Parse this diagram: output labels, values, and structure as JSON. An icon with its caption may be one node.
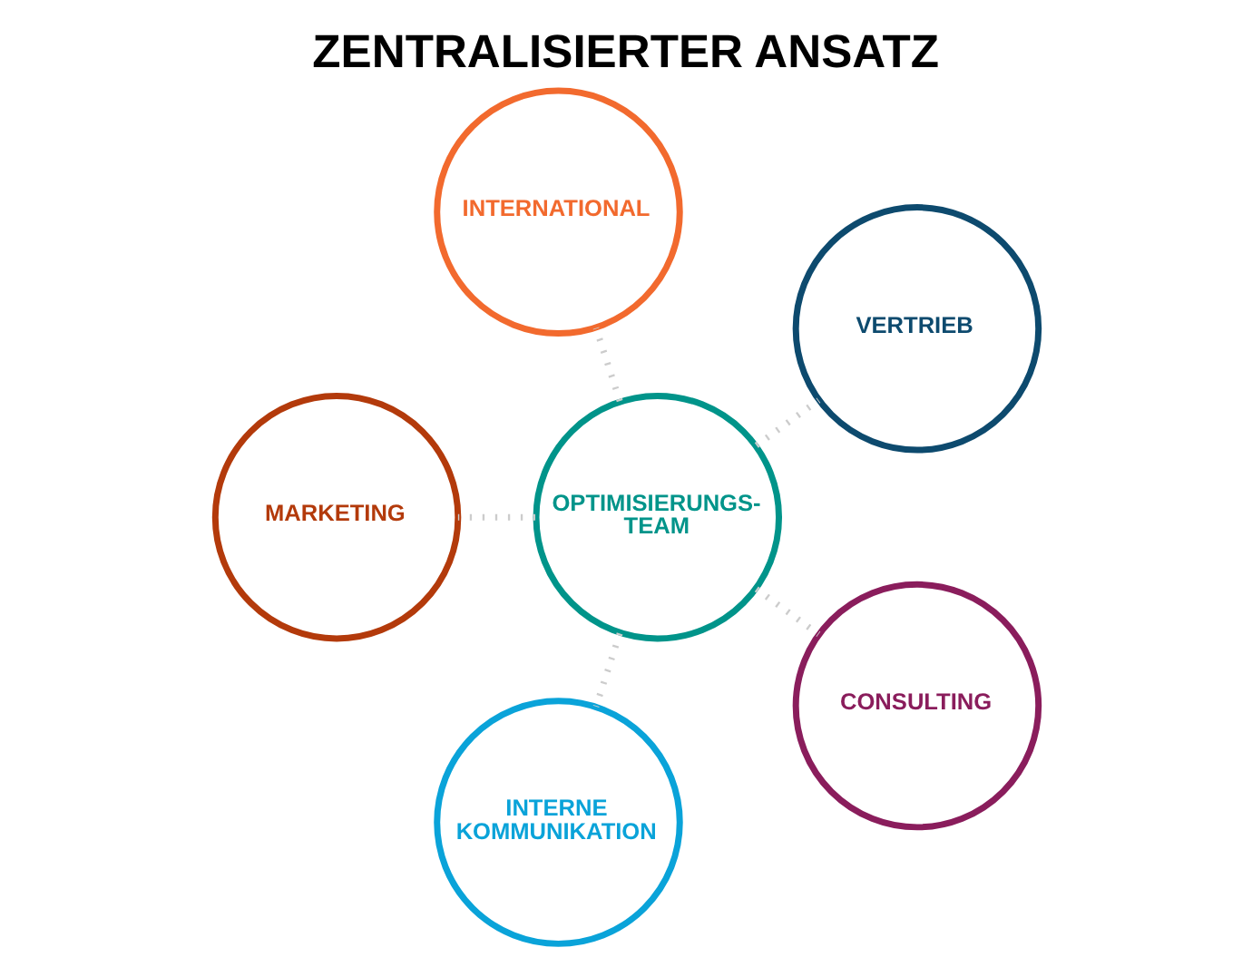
{
  "diagram": {
    "title": "ZENTRALISIERTER ANSATZ",
    "nodes": [
      {
        "text": [
          "VERTRIEB"
        ]
      },
      {
        "text": [
          "INTERNATIONAL"
        ]
      },
      {
        "text": [
          "OPTIMISIERUNGS-TEAM"
        ]
      },
      {
        "text": [
          "MARKETING"
        ]
      },
      {
        "text": [
          "INTERNE KOMMUNIKATION"
        ]
      },
      {
        "text": [
          "CONSULTING"
        ]
      }
    ],
    "edges": [
      {
        "from": 2,
        "to": 0,
        "arrow": "none",
        "style": "dashed"
      },
      {
        "from": 2,
        "to": 1,
        "arrow": "none",
        "style": "dashed"
      },
      {
        "from": 2,
        "to": 3,
        "arrow": "none",
        "style": "dashed"
      },
      {
        "from": 2,
        "to": 4,
        "arrow": "none",
        "style": "dashed"
      },
      {
        "from": 2,
        "to": 5,
        "arrow": "none",
        "style": "dashed"
      }
    ]
  }
}
